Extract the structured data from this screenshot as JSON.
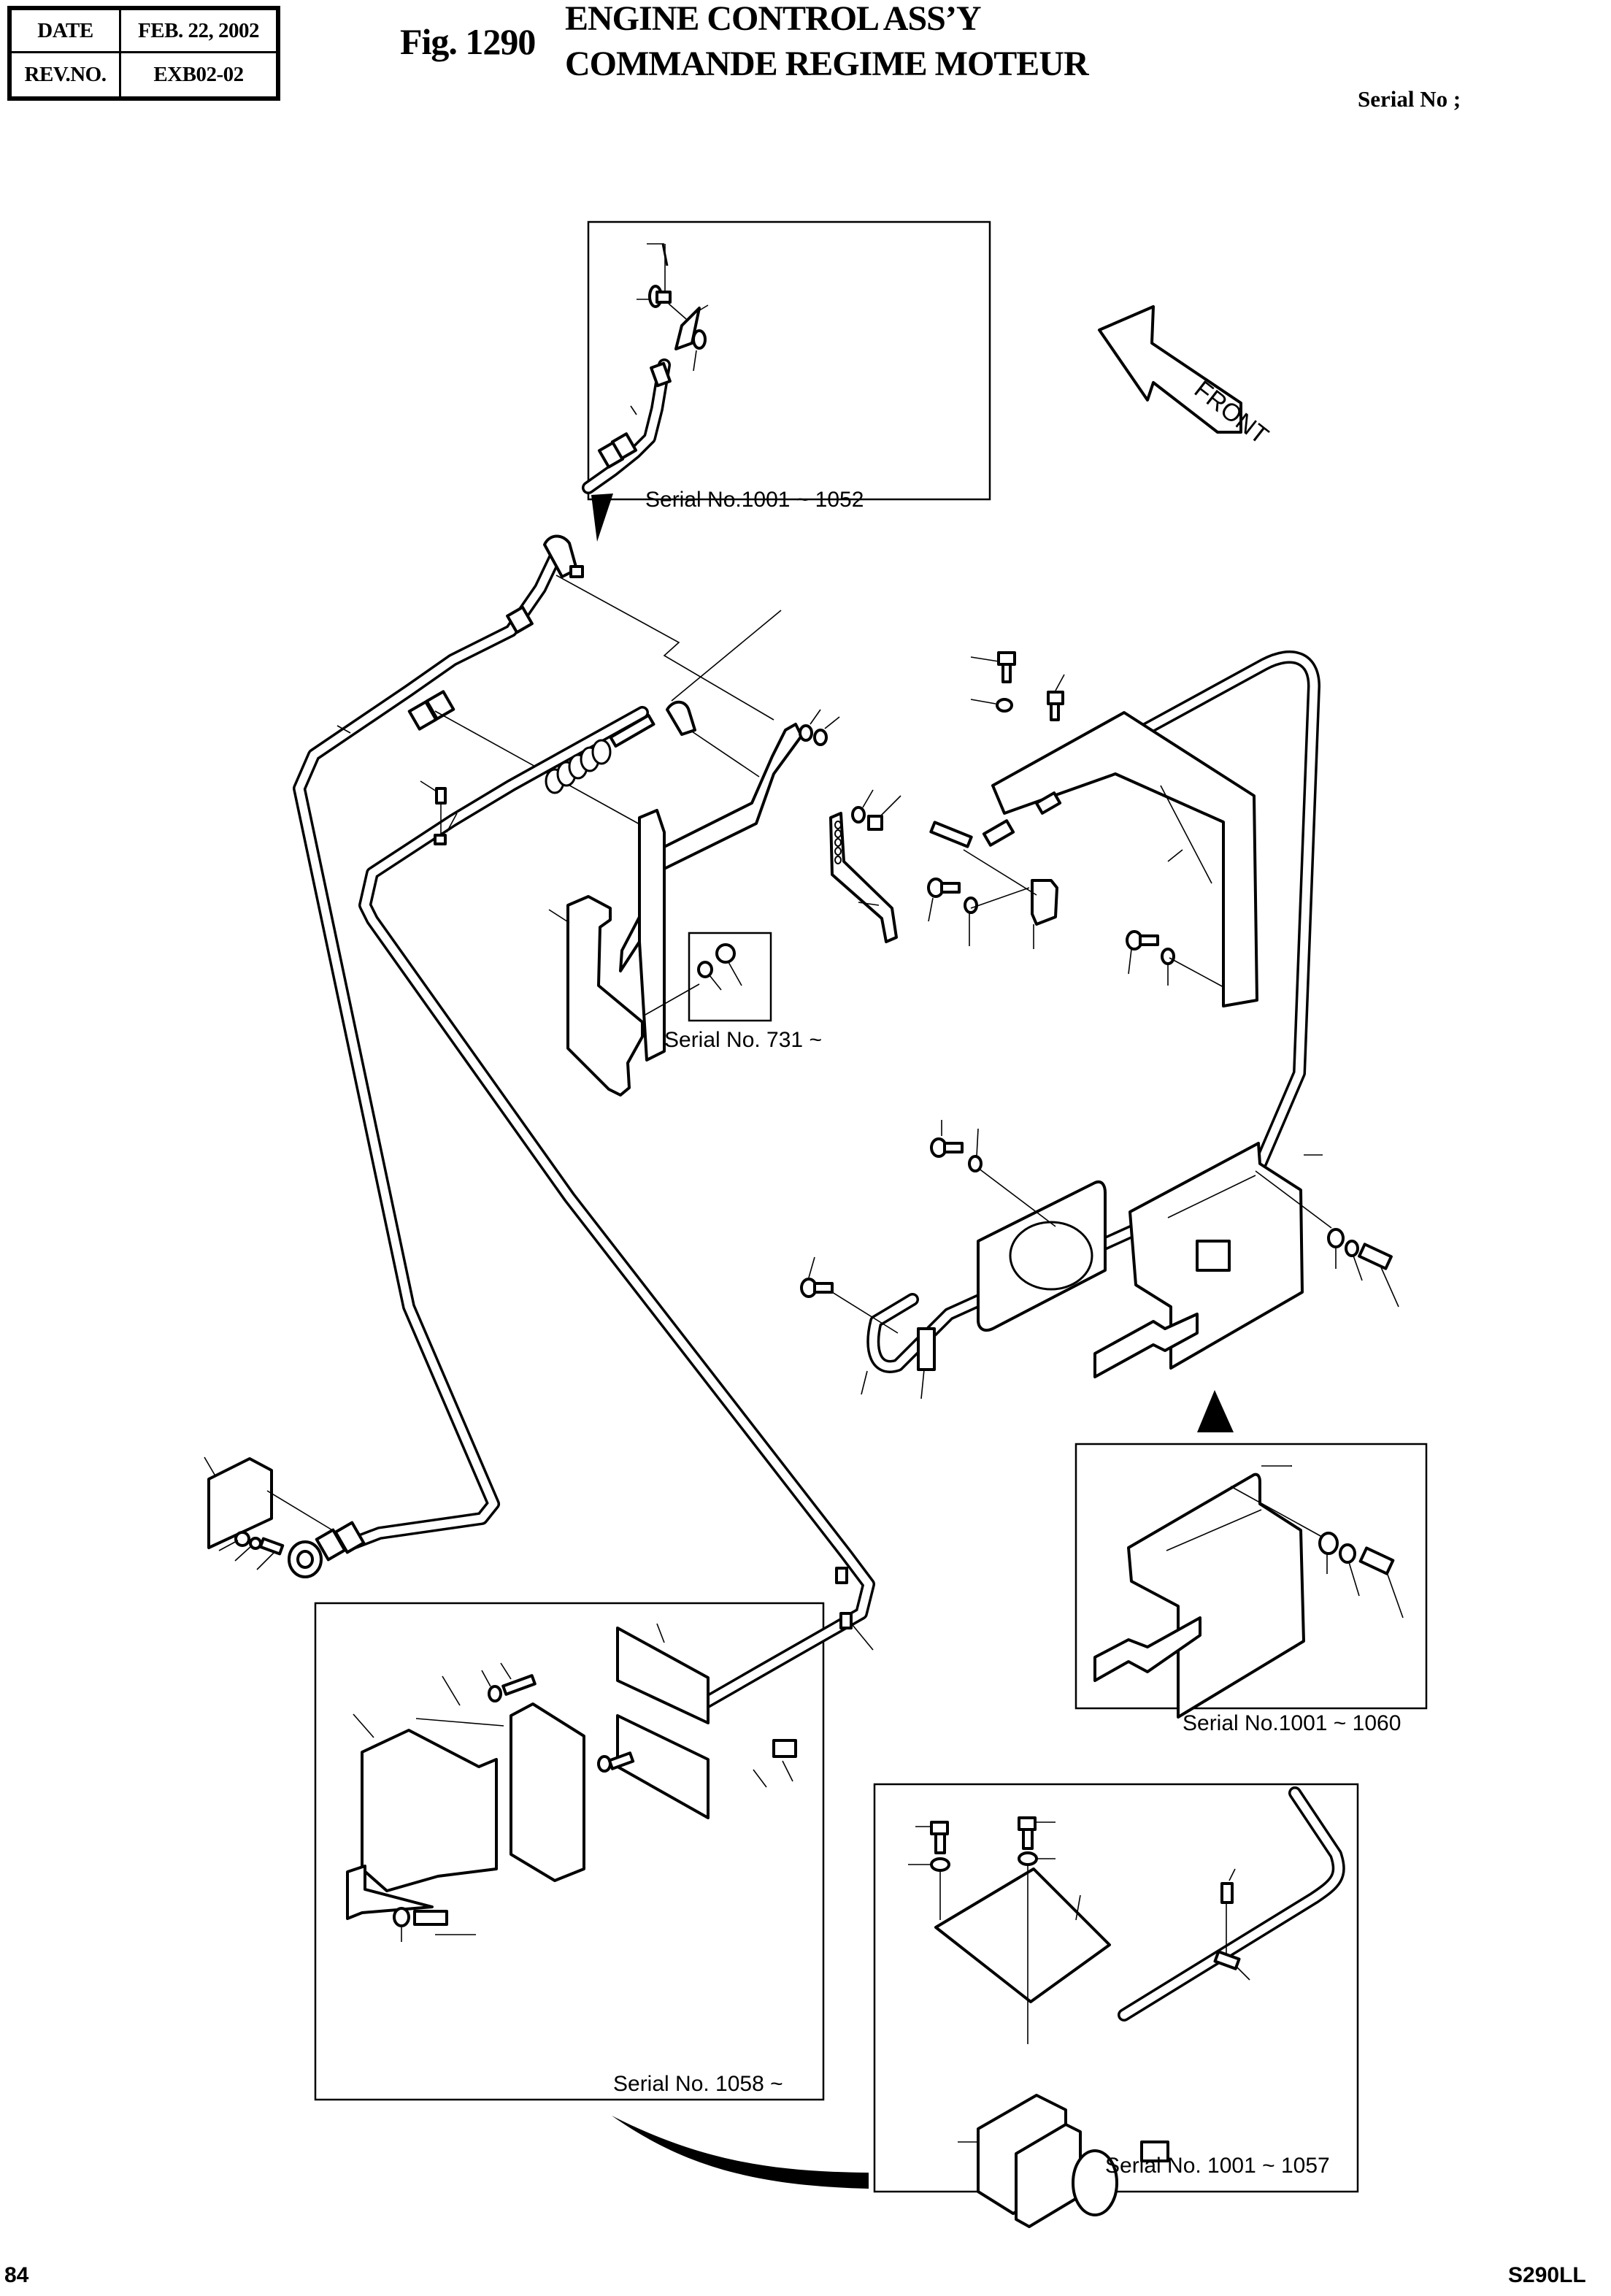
{
  "header": {
    "date_label": "DATE",
    "date_value": "FEB. 22, 2002",
    "rev_label": "REV.NO.",
    "rev_value": "EXB02-02",
    "figure_number": "Fig. 1290",
    "title_en": "ENGINE CONTROL ASS’Y",
    "title_fr": "COMMANDE REGIME MOTEUR",
    "serial_heading": "Serial No ;"
  },
  "diagram": {
    "orientation_arrow_label": "FRONT",
    "icons": [
      "front-direction-arrow",
      "detail-pointer-arrow",
      "curved-pointer-arrow"
    ],
    "detail_views": [
      {
        "id": "cable-end-detail",
        "serial_label": "Serial No.1001 ~ 1052"
      },
      {
        "id": "nut-washer-detail",
        "serial_label": "Serial No. 731 ~"
      },
      {
        "id": "bracket-plate-detail",
        "serial_label": "Serial No.1001 ~ 1060"
      },
      {
        "id": "controller-box-detail",
        "serial_label": "Serial No. 1058 ~"
      },
      {
        "id": "motor-actuator-detail",
        "serial_label": "Serial No. 1001 ~ 1057"
      }
    ]
  },
  "footer": {
    "page_number": "84",
    "model": "S290LL"
  }
}
